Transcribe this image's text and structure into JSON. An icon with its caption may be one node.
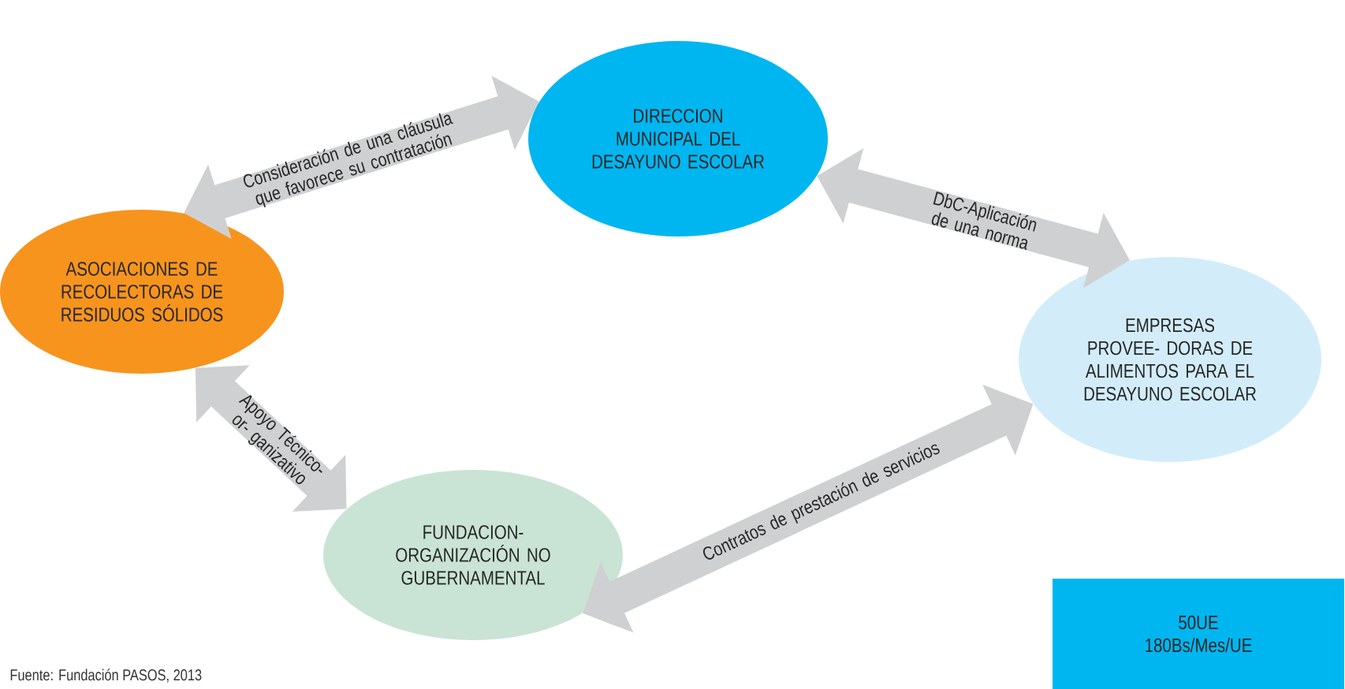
{
  "diagram": {
    "nodes": [
      {
        "text": [
          "DIRECCION MUNICIPAL DEL DESAYUNO ESCOLAR"
        ]
      },
      {
        "text": [
          "ASOCIACIONES DE RECOLECTORAS DE RESIDUOS SÓLIDOS"
        ]
      },
      {
        "text": [
          "EMPRESAS PROVEE- DORAS DE ALIMENTOS PARA EL DESAYUNO ESCOLAR"
        ]
      },
      {
        "text": [
          "FUNDACION- ORGANIZACIÓN NO GUBERNAMENTAL"
        ]
      },
      {
        "text": [
          "50UE 180Bs/Mes/UE"
        ]
      }
    ],
    "edges": [
      {
        "from": 0,
        "to": 1,
        "arrow": "both",
        "label": "Consideración de una cláusula que favorece su contratación"
      },
      {
        "from": 0,
        "to": 2,
        "arrow": "both",
        "label": "DbC-Aplicación de una norma"
      },
      {
        "from": 1,
        "to": 3,
        "arrow": "both",
        "label": "Apoyo Técnico-or- ganizativo"
      },
      {
        "from": 3,
        "to": 2,
        "arrow": "both",
        "label": "Contratos de prestación de servicios"
      }
    ],
    "labels": [
      "Fuente: Fundación PASOS, 2013"
    ]
  }
}
